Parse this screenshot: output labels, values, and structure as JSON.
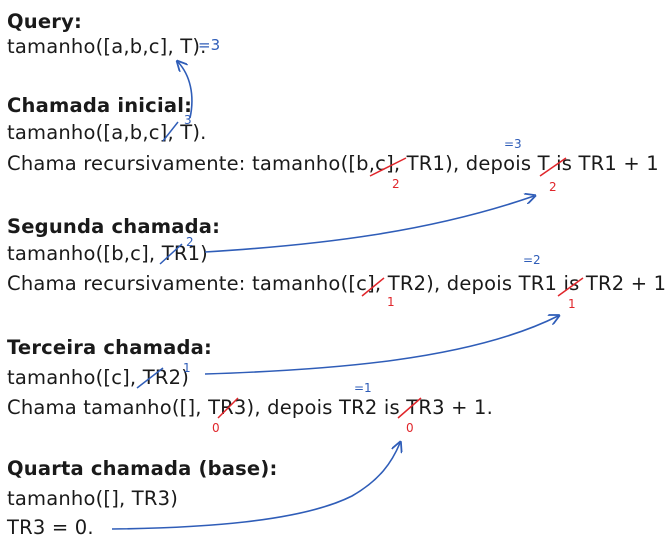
{
  "query": {
    "heading": "Query:",
    "line": "tamanho([a,b,c], T).",
    "note": "=3"
  },
  "call1": {
    "heading": "Chamada inicial:",
    "line": "tamanho([a,b,c], T).",
    "line_note": "3",
    "recursion": "Chama recursivamente: tamanho([b,c], TR1), depois T is TR1 + 1",
    "notes": {
      "tr1_value": "2",
      "t_value": "=3",
      "tr1_sum_value": "2"
    }
  },
  "call2": {
    "heading": "Segunda chamada:",
    "line": "tamanho([b,c], TR1)",
    "line_note": "2",
    "recursion": "Chama recursivamente: tamanho([c], TR2), depois TR1 is TR2 + 1",
    "notes": {
      "tr2_value": "1",
      "tr1_value": "=2",
      "tr2_sum_value": "1"
    }
  },
  "call3": {
    "heading": "Terceira chamada:",
    "line": "tamanho([c], TR2)",
    "line_note": "1",
    "recursion": "Chama tamanho([], TR3), depois TR2 is TR3 + 1.",
    "notes": {
      "tr3_value": "0",
      "tr2_value": "=1",
      "tr3_sum_value": "0"
    }
  },
  "call4": {
    "heading": "Quarta chamada (base):",
    "line": "tamanho([], TR3)",
    "result": "TR3 = 0."
  },
  "colors": {
    "ink": "#1a1a1a",
    "blue_annotation": "#2f5db8",
    "red_annotation": "#e0262b"
  }
}
